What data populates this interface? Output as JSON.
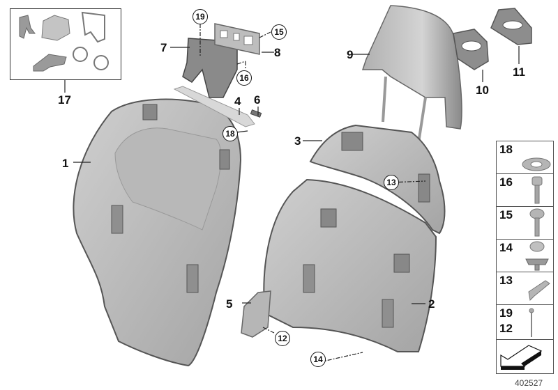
{
  "diagram": {
    "type": "exploded parts diagram",
    "subject": "Seat backrest trim panels and headrest",
    "figure_number": "402527",
    "callouts": [
      {
        "id": "1",
        "style": "plain"
      },
      {
        "id": "2",
        "style": "plain"
      },
      {
        "id": "3",
        "style": "plain"
      },
      {
        "id": "4",
        "style": "plain"
      },
      {
        "id": "5",
        "style": "plain"
      },
      {
        "id": "6",
        "style": "plain"
      },
      {
        "id": "7",
        "style": "plain"
      },
      {
        "id": "8",
        "style": "plain"
      },
      {
        "id": "9",
        "style": "plain"
      },
      {
        "id": "10",
        "style": "plain"
      },
      {
        "id": "11",
        "style": "plain"
      },
      {
        "id": "17",
        "style": "plain"
      },
      {
        "id": "12",
        "style": "circled"
      },
      {
        "id": "13",
        "style": "circled"
      },
      {
        "id": "14",
        "style": "circled"
      },
      {
        "id": "15",
        "style": "circled"
      },
      {
        "id": "16",
        "style": "circled"
      },
      {
        "id": "18",
        "style": "circled"
      },
      {
        "id": "19",
        "style": "circled"
      }
    ],
    "labels": {
      "l1": "1",
      "l2": "2",
      "l3": "3",
      "l4": "4",
      "l5": "5",
      "l6": "6",
      "l7": "7",
      "l8": "8",
      "l9": "9",
      "l10": "10",
      "l11": "11",
      "l17": "17",
      "c12": "12",
      "c13": "13",
      "c14": "14",
      "c15": "15",
      "c16": "16",
      "c18": "18",
      "c19": "19"
    },
    "legend": [
      {
        "numbers": [
          "18"
        ],
        "icon": "star-lock-washer-icon"
      },
      {
        "numbers": [
          "16"
        ],
        "icon": "hex-socket-bolt-icon"
      },
      {
        "numbers": [
          "15"
        ],
        "icon": "pan-head-screw-icon"
      },
      {
        "numbers": [
          "14"
        ],
        "icon": "push-rivet-clip-icon"
      },
      {
        "numbers": [
          "13"
        ],
        "icon": "spring-clip-icon"
      },
      {
        "numbers": [
          "19",
          "12"
        ],
        "icon": "pin-rivet-icon"
      },
      {
        "numbers": [],
        "icon": "direction-arrow-icon"
      }
    ],
    "legend_text": {
      "n18": "18",
      "n16": "16",
      "n15": "15",
      "n14": "14",
      "n13": "13",
      "n19": "19",
      "n12": "12"
    },
    "colors": {
      "part_fill": "#a9a9a9",
      "part_light": "#c8c8c8",
      "part_dark": "#6e6e6e",
      "outline": "#555555",
      "label": "#111111",
      "background": "#ffffff"
    }
  }
}
